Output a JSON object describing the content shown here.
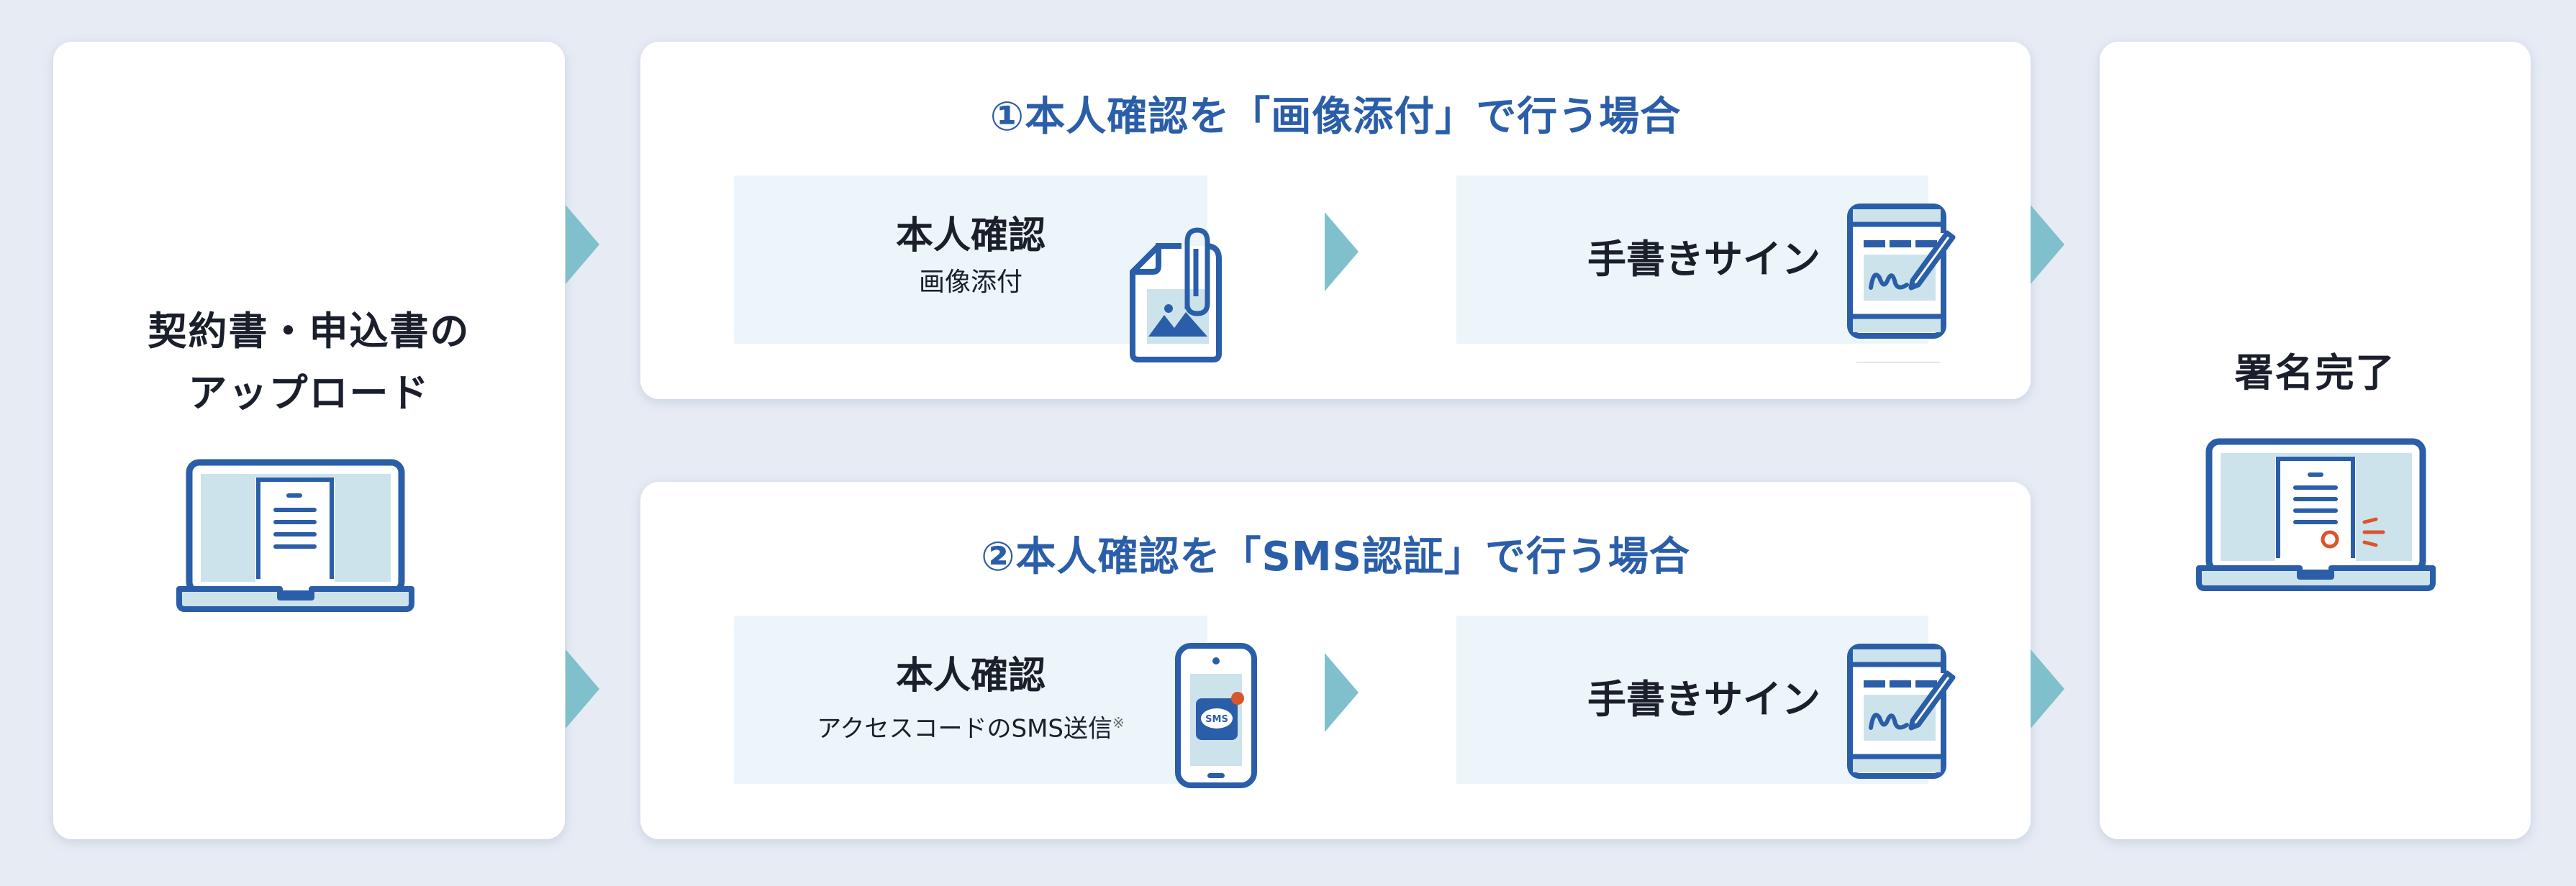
{
  "colors": {
    "background": "#e6ebf4",
    "card": "#ffffff",
    "step_box": "#ecf5fa",
    "accent_blue": "#2a5ea8",
    "arrow_teal": "#7fc0cc",
    "icon_fill_light": "#cde3ec",
    "highlight_orange": "#d9552b",
    "text_dark": "#1a1f2b"
  },
  "start": {
    "title_line1": "契約書・申込書の",
    "title_line2": "アップロード",
    "icon": "laptop-document-icon"
  },
  "flows": [
    {
      "title": "①本人確認を「画像添付」で行う場合",
      "steps": [
        {
          "main": "本人確認",
          "sub": "画像添付",
          "note": "",
          "icon": "image-attachment-icon"
        },
        {
          "main": "手書きサイン",
          "icon": "tablet-signature-icon"
        }
      ]
    },
    {
      "title": "②本人確認を「SMS認証」で行う場合",
      "steps": [
        {
          "main": "本人確認",
          "sub": "アクセスコードのSMS送信",
          "note": "※",
          "icon": "smartphone-sms-icon",
          "sms_label": "SMS"
        },
        {
          "main": "手書きサイン",
          "icon": "tablet-signature-icon"
        }
      ]
    }
  ],
  "end": {
    "title": "署名完了",
    "icon": "laptop-signed-document-icon"
  }
}
